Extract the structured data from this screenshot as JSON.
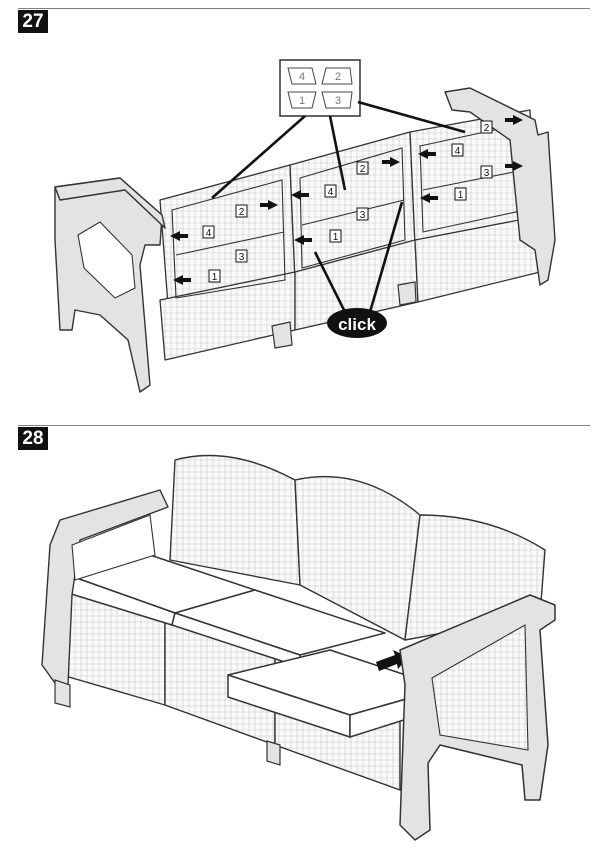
{
  "steps": [
    {
      "number": "27",
      "click_label": "click",
      "legend": [
        "4",
        "2",
        "1",
        "3"
      ]
    },
    {
      "number": "28"
    }
  ],
  "labels": {
    "n1": "1",
    "n2": "2",
    "n3": "3",
    "n4": "4"
  }
}
